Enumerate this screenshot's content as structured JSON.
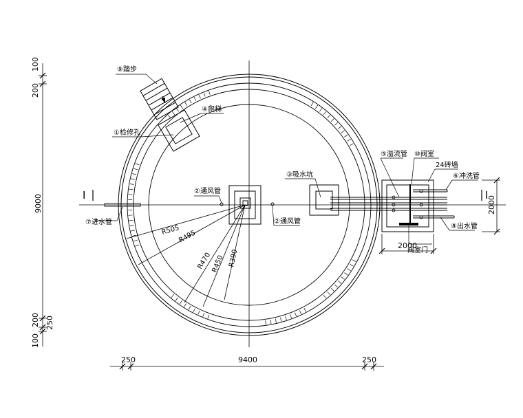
{
  "labels": {
    "steps": "⑨踏步",
    "ladder": "④爬梯",
    "manhole": "①检修孔",
    "vent_pipe_1": "②通风管",
    "vent_pipe_2": "②通风管",
    "suction_pit": "③吸水坑",
    "overflow_pipe": "⑤溢流管",
    "valve_room": "⑩阀室",
    "brick_wall": "24砖墙",
    "flush_pipe": "⑥冲洗管",
    "inlet_pipe": "⑦进水管",
    "outlet_pipe": "⑧出水管",
    "valve_door": "阀室门"
  },
  "section_marks": [
    "I",
    "I"
  ],
  "radii": [
    "R505",
    "R495",
    "R470",
    "R450",
    "R390"
  ],
  "dimensions": {
    "left": [
      "100",
      "200",
      "9000",
      "200",
      "250",
      "100"
    ],
    "bottom": [
      "250",
      "9400",
      "250"
    ],
    "valve_w": "2000",
    "valve_h": "2000"
  }
}
